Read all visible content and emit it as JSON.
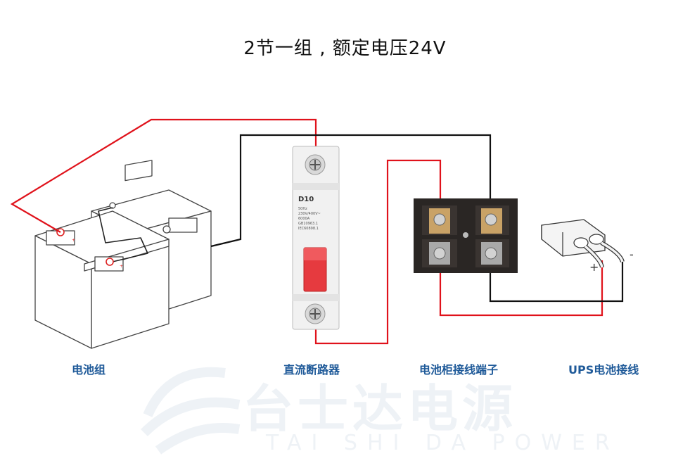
{
  "title": "2节一组 , 额定电压24V",
  "labels": {
    "battery_pack": "电池组",
    "dc_breaker": "直流断路器",
    "cabinet_terminal": "电池柜接线端子",
    "ups_wiring": "UPS电池接线"
  },
  "breaker": {
    "model": "D10",
    "specs": [
      "50Hz",
      "230V/400V~",
      "6000A",
      "GB10963.1",
      "IEC60898.1"
    ]
  },
  "ups_connector": {
    "plus_sign": "+",
    "minus_sign": "-"
  },
  "watermark": {
    "chinese": "台士达电源",
    "english": "TAI SHI DA POWER"
  },
  "colors": {
    "positive_wire": "#e0121b",
    "negative_wire": "#111111",
    "label_text": "#1f5a99",
    "breaker_handle": "#e63a3f"
  }
}
